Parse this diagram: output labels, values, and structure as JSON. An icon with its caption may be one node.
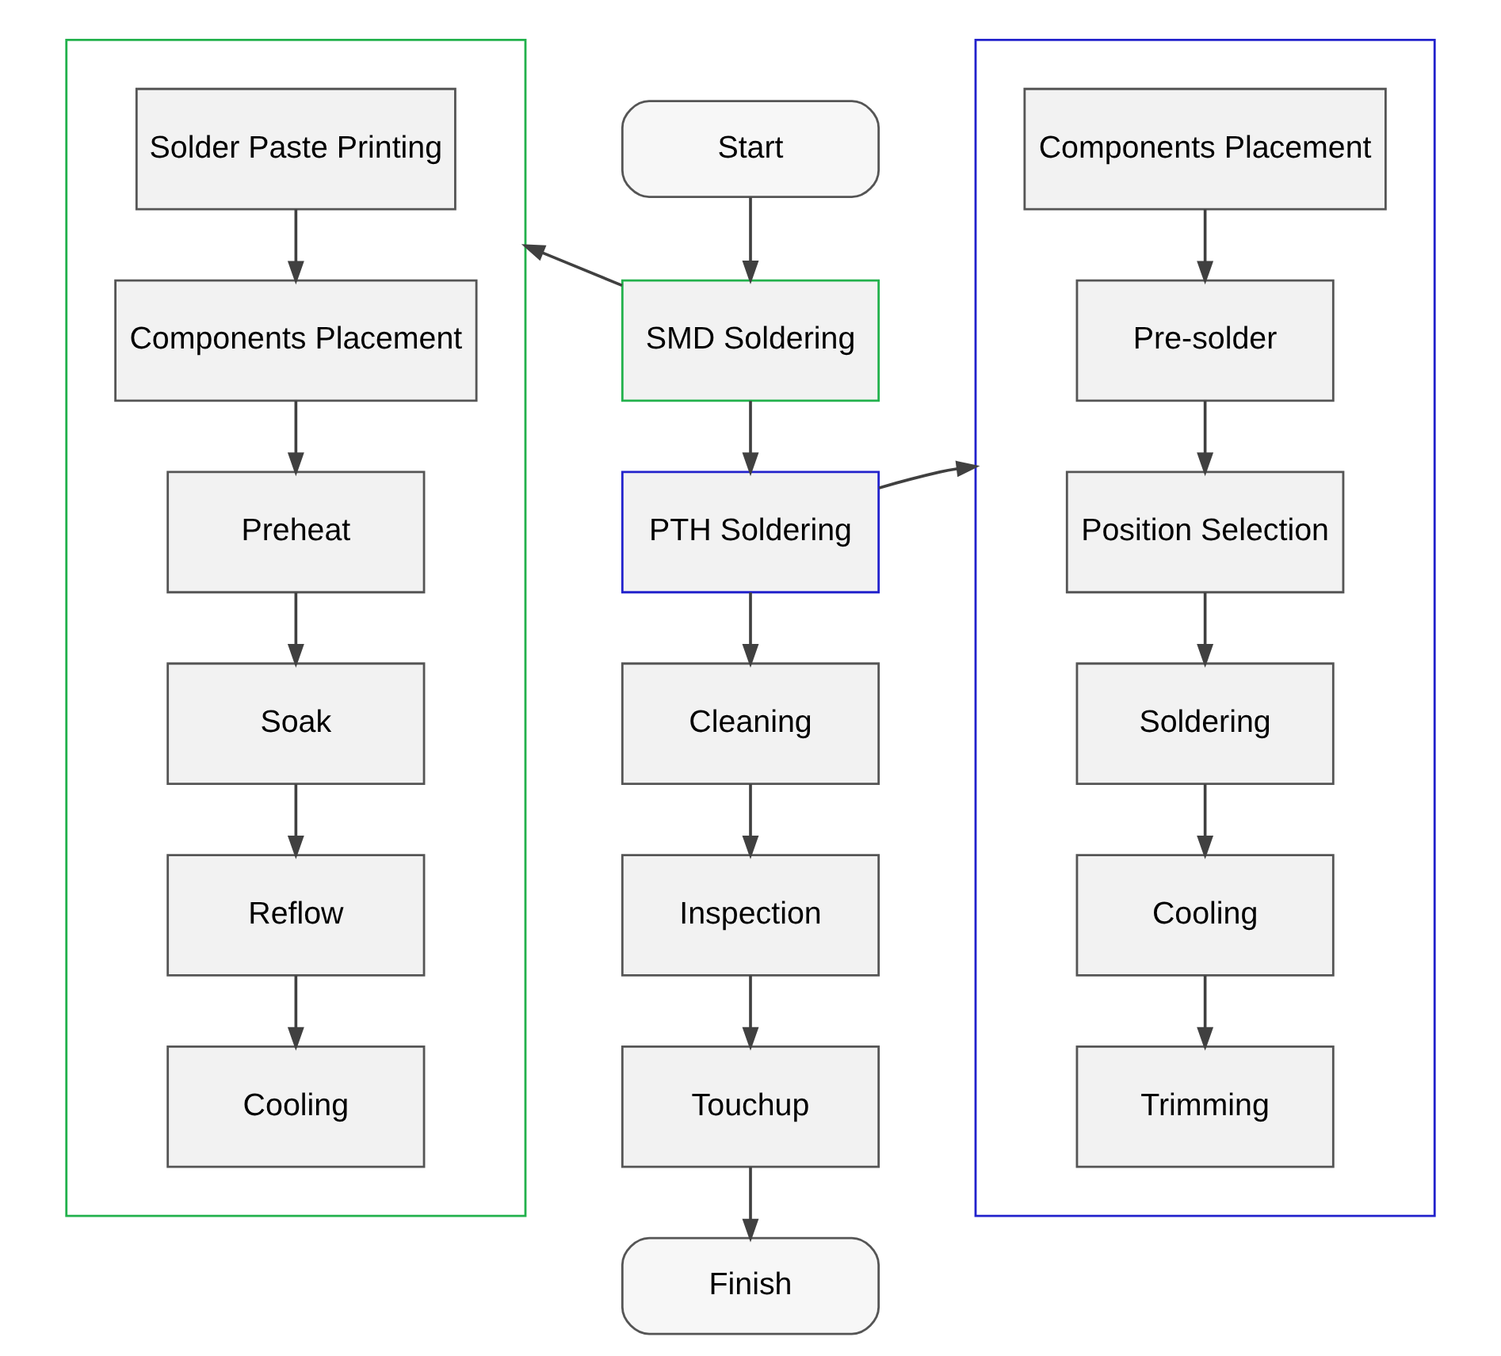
{
  "diagram": {
    "nodes": [
      {
        "text": [
          "Start"
        ]
      },
      {
        "text": [
          "SMD Soldering"
        ]
      },
      {
        "text": [
          "PTH Soldering"
        ]
      },
      {
        "text": [
          "Cleaning"
        ]
      },
      {
        "text": [
          "Inspection"
        ]
      },
      {
        "text": [
          "Touchup"
        ]
      },
      {
        "text": [
          "Finish"
        ]
      },
      {
        "text": [],
        "shape": "box"
      },
      {
        "text": [
          "Solder Paste Printing"
        ],
        "in": 7
      },
      {
        "text": [
          "Components Placement"
        ],
        "in": 7
      },
      {
        "text": [
          "Preheat"
        ],
        "in": 7
      },
      {
        "text": [
          "Soak"
        ],
        "in": 7
      },
      {
        "text": [
          "Reflow"
        ],
        "in": 7
      },
      {
        "text": [
          "Cooling"
        ],
        "in": 7
      },
      {
        "text": [],
        "shape": "box"
      },
      {
        "text": [
          "Components Placement"
        ],
        "in": 14
      },
      {
        "text": [
          "Pre-solder"
        ],
        "in": 14
      },
      {
        "text": [
          "Position Selection"
        ],
        "in": 14
      },
      {
        "text": [
          "Soldering"
        ],
        "in": 14
      },
      {
        "text": [
          "Cooling"
        ],
        "in": 14
      },
      {
        "text": [
          "Trimming"
        ],
        "in": 14
      }
    ],
    "edges": [
      {
        "from": 0,
        "to": 1,
        "arrow": "to"
      },
      {
        "from": 1,
        "to": 7,
        "arrow": "to"
      },
      {
        "from": 1,
        "to": 2,
        "arrow": "to"
      },
      {
        "from": 2,
        "to": 14,
        "arrow": "to"
      },
      {
        "from": 2,
        "to": 3,
        "arrow": "to"
      },
      {
        "from": 3,
        "to": 4,
        "arrow": "to"
      },
      {
        "from": 4,
        "to": 5,
        "arrow": "to"
      },
      {
        "from": 5,
        "to": 6,
        "arrow": "to"
      },
      {
        "from": 8,
        "to": 9,
        "arrow": "to"
      },
      {
        "from": 9,
        "to": 10,
        "arrow": "to"
      },
      {
        "from": 10,
        "to": 11,
        "arrow": "to"
      },
      {
        "from": 11,
        "to": 12,
        "arrow": "to"
      },
      {
        "from": 12,
        "to": 13,
        "arrow": "to"
      },
      {
        "from": 15,
        "to": 16,
        "arrow": "to"
      },
      {
        "from": 16,
        "to": 17,
        "arrow": "to"
      },
      {
        "from": 17,
        "to": 18,
        "arrow": "to"
      },
      {
        "from": 18,
        "to": 19,
        "arrow": "to"
      },
      {
        "from": 19,
        "to": 20,
        "arrow": "to"
      }
    ]
  }
}
